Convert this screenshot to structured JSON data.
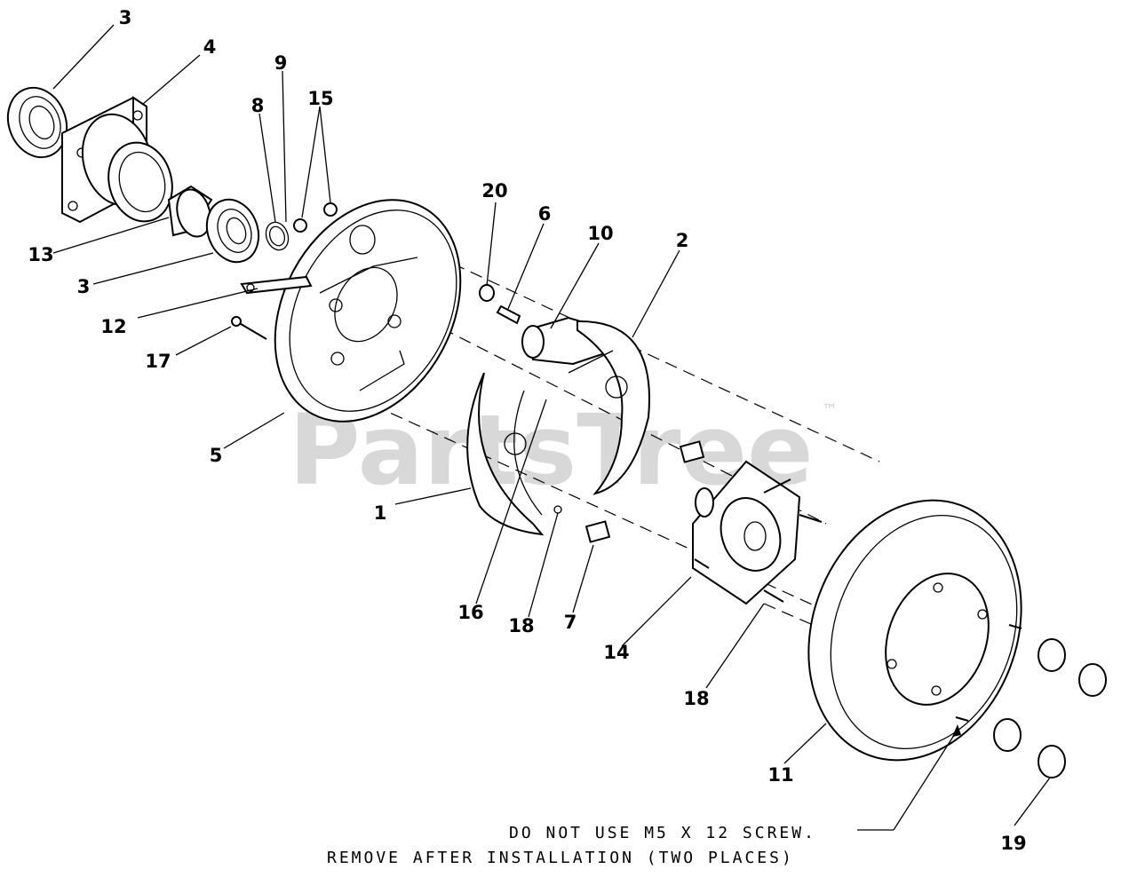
{
  "watermark": {
    "text": "PartsTree",
    "tm": "™"
  },
  "callouts": {
    "c1": "1",
    "c2": "2",
    "c3a": "3",
    "c3b": "3",
    "c4": "4",
    "c5": "5",
    "c6": "6",
    "c7": "7",
    "c8": "8",
    "c9": "9",
    "c10": "10",
    "c11": "11",
    "c12": "12",
    "c13": "13",
    "c14": "14",
    "c15": "15",
    "c16": "16",
    "c17": "17",
    "c18a": "18",
    "c18b": "18",
    "c19": "19",
    "c20": "20"
  },
  "note": {
    "line1": "DO NOT USE M5 X 12 SCREW.",
    "line2": "REMOVE AFTER INSTALLATION (TWO PLACES)"
  }
}
